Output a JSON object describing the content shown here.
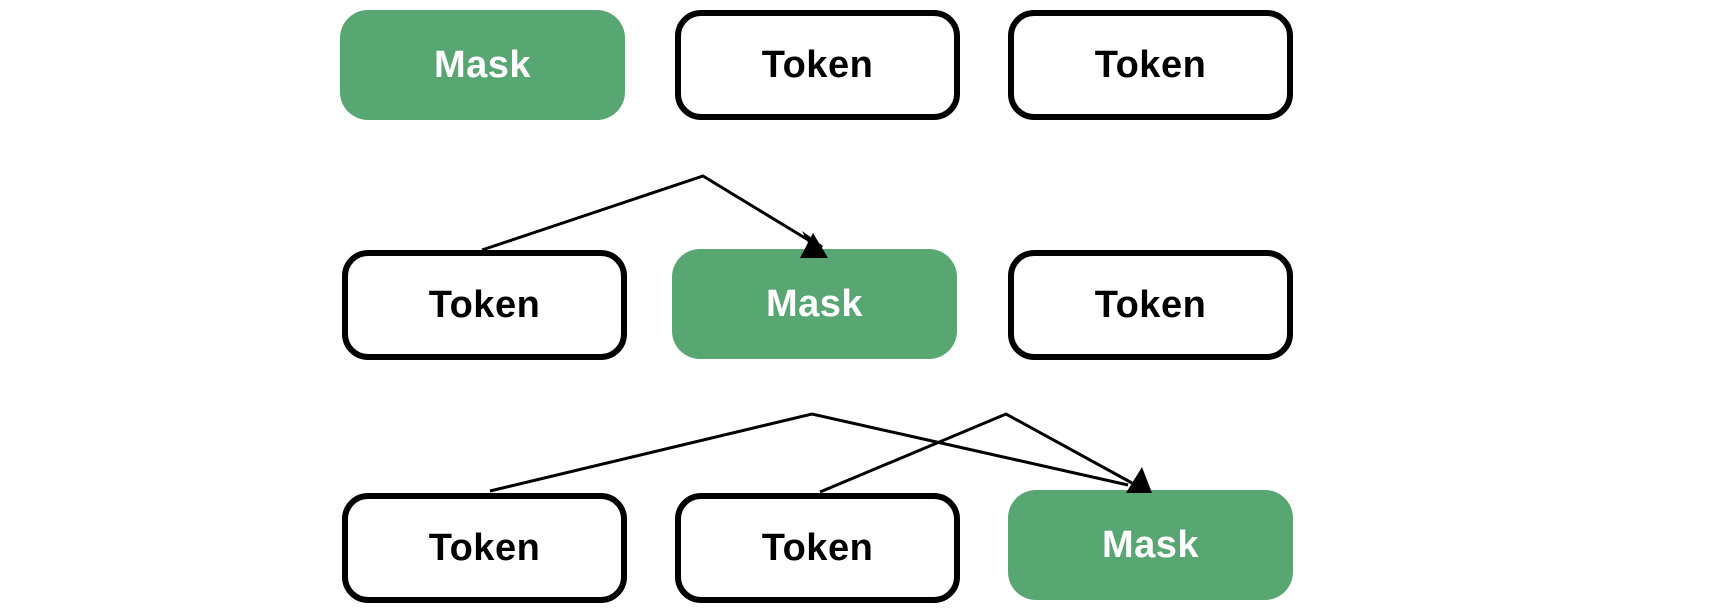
{
  "colors": {
    "mask_fill": "#58a773",
    "token_border": "#000000",
    "mask_text": "#ffffff"
  },
  "rows": [
    {
      "cells": [
        {
          "type": "mask",
          "label": "Mask"
        },
        {
          "type": "token",
          "label": "Token"
        },
        {
          "type": "token",
          "label": "Token"
        }
      ]
    },
    {
      "cells": [
        {
          "type": "token",
          "label": "Token"
        },
        {
          "type": "mask",
          "label": "Mask"
        },
        {
          "type": "token",
          "label": "Token"
        }
      ]
    },
    {
      "cells": [
        {
          "type": "token",
          "label": "Token"
        },
        {
          "type": "token",
          "label": "Token"
        },
        {
          "type": "mask",
          "label": "Mask"
        }
      ]
    }
  ],
  "edges": [
    {
      "from_row": 1,
      "from_cell": 0,
      "to_row": 1,
      "to_cell": 1
    },
    {
      "from_row": 2,
      "from_cell": 0,
      "to_row": 2,
      "to_cell": 2
    },
    {
      "from_row": 2,
      "from_cell": 1,
      "to_row": 2,
      "to_cell": 2
    }
  ]
}
